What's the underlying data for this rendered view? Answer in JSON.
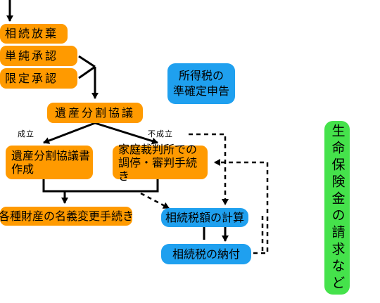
{
  "nodes": {
    "renunciation": "相続放棄",
    "simple_acceptance": "単純承認",
    "qualified_acceptance": "限定承認",
    "income_tax_return": "所得税の\n準確定申告",
    "division_discussion": "遺産分割協議",
    "division_agreement": "遺産分割協議書\n作成",
    "family_court": "家庭裁判所での\n調停・審判手続き",
    "name_change": "各種財産の名義変更手続き",
    "tax_calculation": "相続税額の計算",
    "tax_payment": "相続税の納付",
    "life_insurance": "生命保険金の請求など"
  },
  "labels": {
    "success": "成立",
    "failure": "不成立"
  },
  "colors": {
    "orange": "#ff9a00",
    "blue": "#1fa0ef",
    "green": "#45e24b"
  }
}
